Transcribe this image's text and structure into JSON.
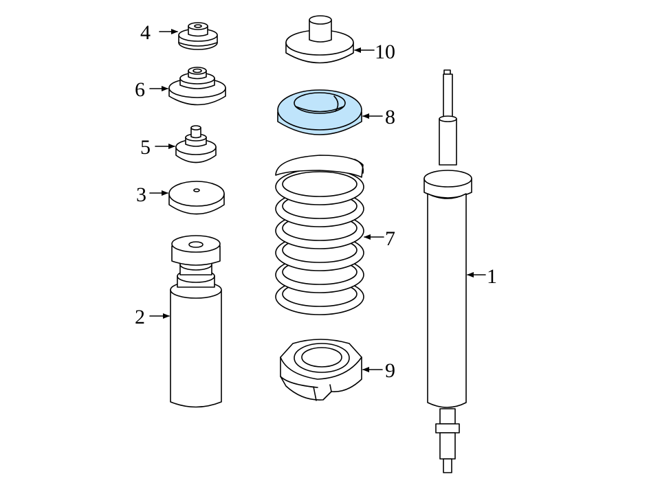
{
  "diagram": {
    "labels": {
      "p1": "1",
      "p2": "2",
      "p3": "3",
      "p4": "4",
      "p5": "5",
      "p6": "6",
      "p7": "7",
      "p8": "8",
      "p9": "9",
      "p10": "10"
    },
    "highlight_color": "#bfe4fb",
    "highlighted_part": "8"
  }
}
